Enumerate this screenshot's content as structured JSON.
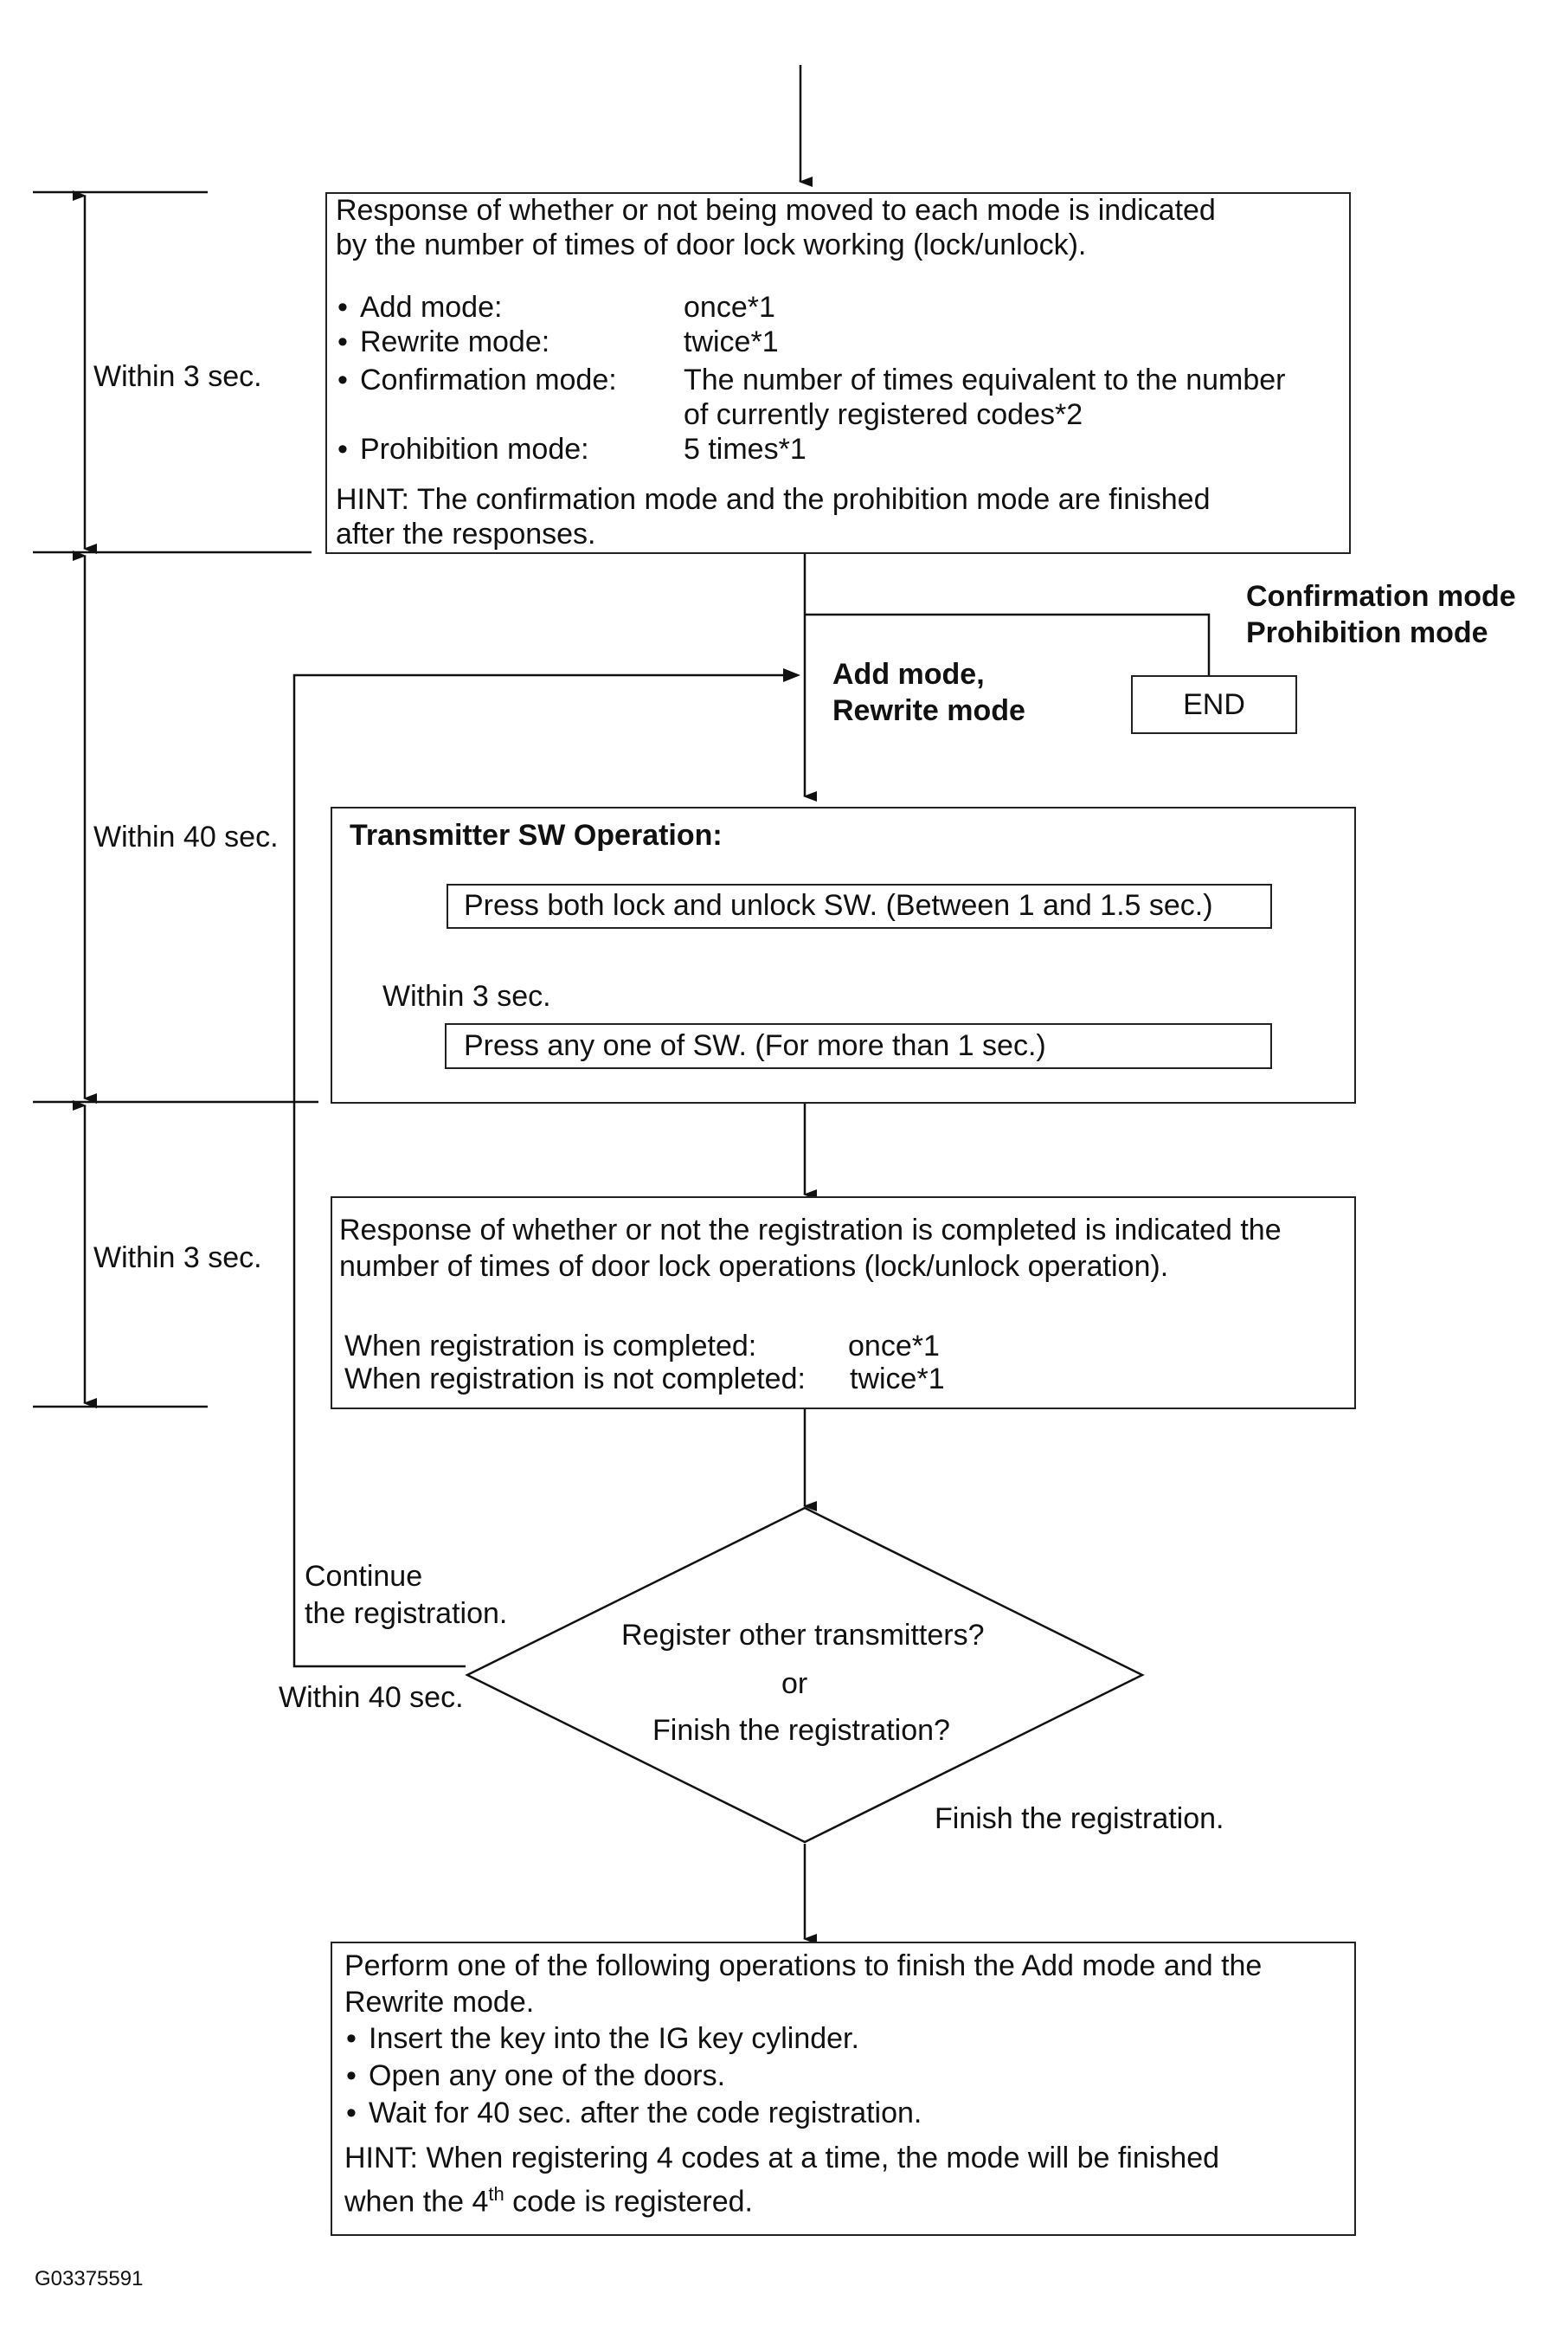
{
  "box1": {
    "intro": [
      "Response of whether or not being moved to each mode is indicated",
      "by the number of times of door lock working (lock/unlock)."
    ],
    "modes": [
      {
        "label": "Add mode:",
        "value": "once*1"
      },
      {
        "label": "Rewrite mode:",
        "value": "twice*1"
      },
      {
        "label": "Confirmation mode:",
        "value": "The number of times equivalent to the number",
        "value2": "of currently registered codes*2"
      },
      {
        "label": "Prohibition mode:",
        "value": "5 times*1"
      }
    ],
    "hint": [
      "HINT: The confirmation mode and the prohibition mode are finished",
      "after the responses."
    ]
  },
  "branch": {
    "end_label_1": "Confirmation mode",
    "end_label_2": "Prohibition mode",
    "end": "END",
    "continue_label_1": "Add mode,",
    "continue_label_2": "Rewrite mode"
  },
  "box2": {
    "title": "Transmitter SW Operation:",
    "step1": "Press both lock and unlock SW. (Between 1 and 1.5 sec.)",
    "step2": "Press any one of SW. (For more than 1 sec.)",
    "interval": "Within 3 sec."
  },
  "box3": {
    "intro": [
      "Response of whether or not the registration is completed is indicated the",
      "number of times of door lock operations (lock/unlock operation)."
    ],
    "completed_label": "When registration is completed:",
    "completed_value": "once*1",
    "not_completed_label": "When registration is not completed:",
    "not_completed_value": "twice*1"
  },
  "decision": {
    "line1": "Register other transmitters?",
    "line2": "or",
    "line3": "Finish the registration?",
    "yes_label_1": "Continue",
    "yes_label_2": "the registration.",
    "yes_timing": "Within 40 sec.",
    "no_label": "Finish the registration."
  },
  "box4": {
    "intro": [
      "Perform one of the following operations to finish the Add mode and the",
      "Rewrite mode."
    ],
    "bullets": [
      "Insert the key into the IG key cylinder.",
      "Open any one of the doors.",
      "Wait for 40 sec. after the code registration."
    ],
    "hint_1": "HINT: When registering 4 codes at a time, the mode will be finished",
    "hint_2_pre": "when the 4",
    "hint_2_sup": "th",
    "hint_2_post": " code is registered."
  },
  "timing": {
    "t1": "Within 3 sec.",
    "t2": "Within 40 sec.",
    "t3": "Within 3 sec."
  },
  "figure_id": "G03375591"
}
